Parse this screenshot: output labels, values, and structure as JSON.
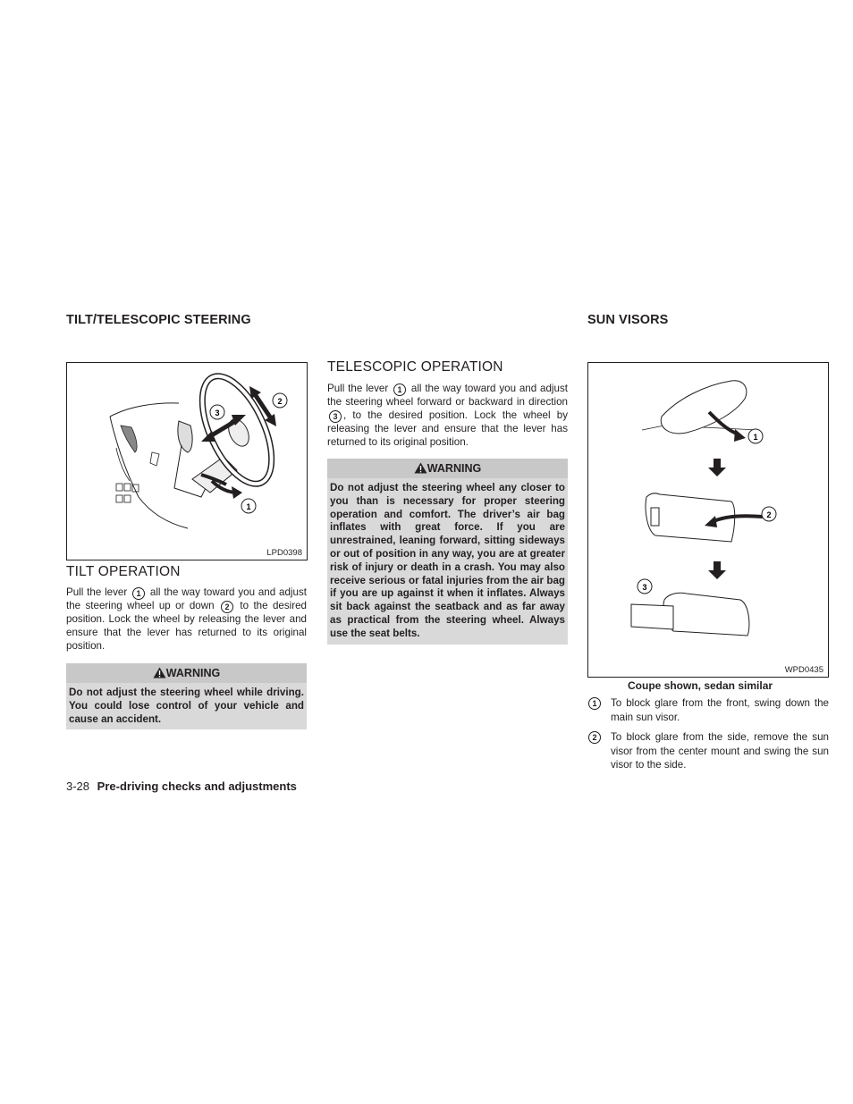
{
  "left_column": {
    "section_title": "TILT/TELESCOPIC STEERING",
    "figure_code": "LPD0398",
    "figure_callouts": [
      "1",
      "2",
      "3"
    ],
    "tilt": {
      "title": "TILT OPERATION",
      "text_parts": [
        "Pull the lever",
        "1",
        "all the way toward you and adjust the steering wheel up or down",
        "2",
        "to the desired position. Lock the wheel by releasing the lever and ensure that the lever has returned to its original position."
      ]
    },
    "warning": {
      "label": "WARNING",
      "text": "Do not adjust the steering wheel while driving. You could lose control of your vehicle and cause an accident."
    }
  },
  "middle_column": {
    "telescopic": {
      "title": "TELESCOPIC OPERATION",
      "text_parts": [
        "Pull the lever",
        "1",
        "all the way toward you and adjust the steering wheel forward or backward in direction",
        "3",
        ", to the desired position. Lock the wheel by releasing the lever and ensure that the lever has returned to its original position."
      ]
    },
    "warning": {
      "label": "WARNING",
      "text": "Do not adjust the steering wheel any closer to you than is necessary for proper steering operation and comfort. The driver’s air bag inflates with great force. If you are unrestrained, leaning forward, sitting sideways or out of position in any way, you are at greater risk of injury or death in a crash. You may also receive serious or fatal injuries from the air bag if you are up against it when it inflates. Always sit back against the seatback and as far away as practical from the steering wheel. Always use the seat belts."
    }
  },
  "right_column": {
    "section_title": "SUN VISORS",
    "figure_code": "WPD0435",
    "figure_callouts": [
      "1",
      "2",
      "3"
    ],
    "caption": "Coupe shown, sedan similar",
    "items": [
      {
        "num": "1",
        "text": "To block glare from the front, swing down the main sun visor."
      },
      {
        "num": "2",
        "text": "To block glare from the side, remove the sun visor from the center mount and swing the sun visor to the side."
      }
    ]
  },
  "footer": {
    "page_number": "3-28",
    "chapter": "Pre-driving checks and adjustments"
  }
}
